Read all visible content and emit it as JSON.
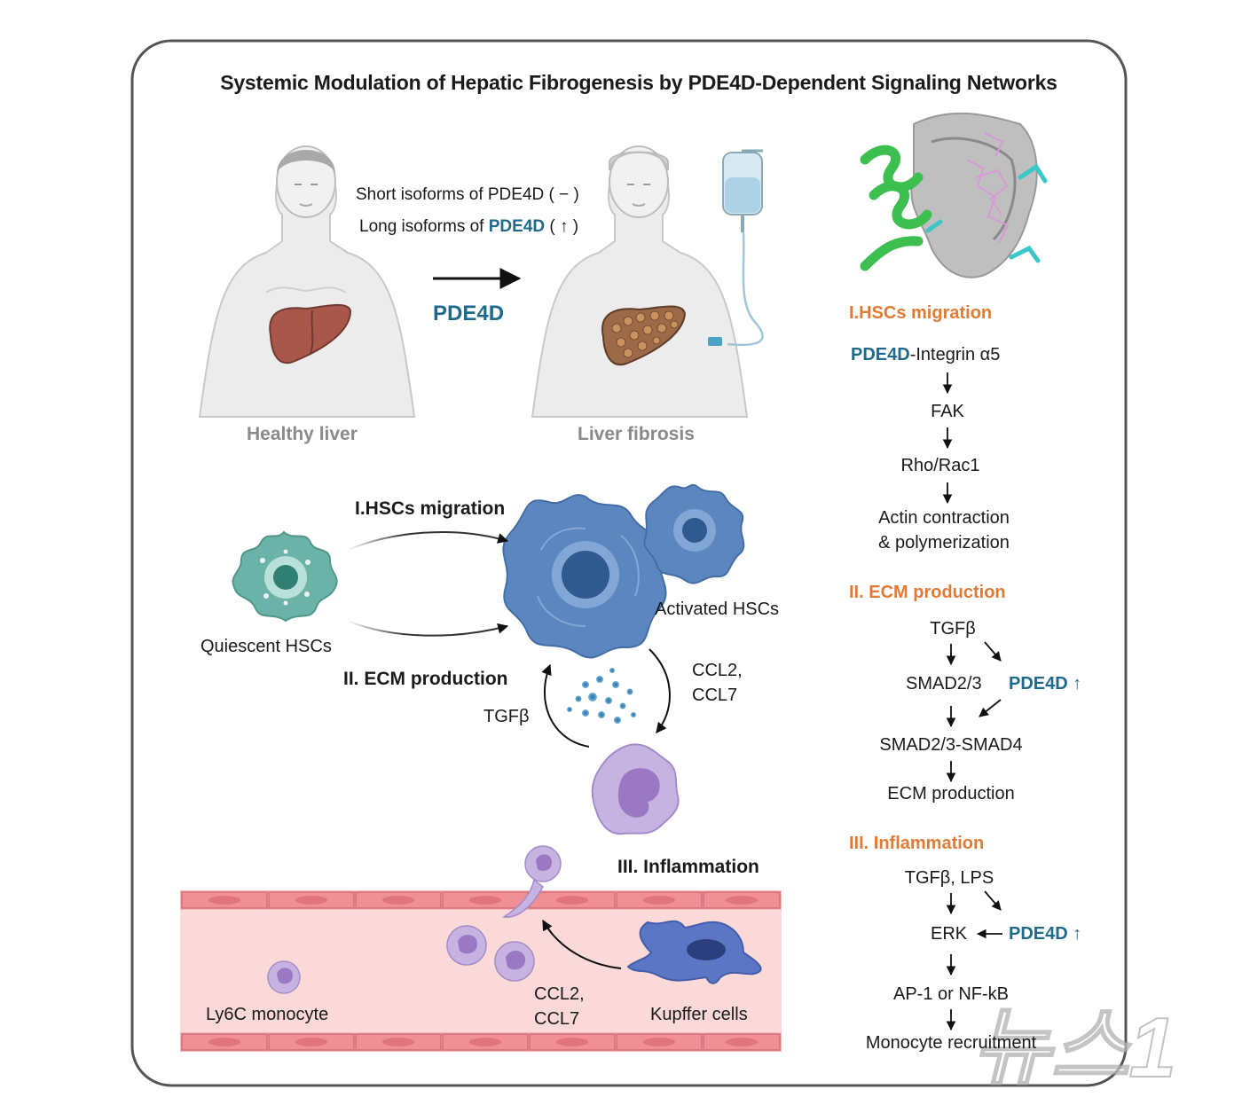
{
  "title": "Systemic Modulation of Hepatic Fibrogenesis by PDE4D-Dependent Signaling Networks",
  "body_panel": {
    "short_isoforms": "Short isoforms of PDE4D ( − )",
    "long_isoforms_prefix": "Long isoforms of ",
    "long_isoforms_gene": "PDE4D",
    "long_isoforms_suffix": " ( ↑ )",
    "arrow_label": "PDE4D",
    "healthy_caption": "Healthy liver",
    "fibrosis_caption": "Liver fibrosis"
  },
  "cell_panel": {
    "migration": "I.HSCs migration",
    "ecm": "II. ECM production",
    "quiescent": "Quiescent HSCs",
    "activated": "Activated HSCs",
    "tgfb": "TGFβ",
    "ccl_line1": "CCL2,",
    "ccl_line2": "CCL7"
  },
  "vessel_panel": {
    "inflammation": "III. Inflammation",
    "monocyte": "Ly6C monocyte",
    "ccl_line1": "CCL2,",
    "ccl_line2": "CCL7",
    "kupffer": "Kupffer cells"
  },
  "pathways": {
    "migration": {
      "heading": "I.HSCs migration",
      "gene": "PDE4D",
      "first_suffix": "-Integrin α5",
      "fak": "FAK",
      "rho": "Rho/Rac1",
      "actin1": "Actin contraction",
      "actin2": "& polymerization"
    },
    "ecm": {
      "heading": "II. ECM production",
      "tgfb": "TGFβ",
      "smad": "SMAD2/3",
      "pde": "PDE4D ↑",
      "complex": "SMAD2/3-SMAD4",
      "ecm": "ECM production"
    },
    "inflammation": {
      "heading": "III. Inflammation",
      "tgfb_lps": "TGFβ, LPS",
      "erk": "ERK",
      "pde": "PDE4D ↑",
      "ap1": "AP-1 or NF-kB",
      "recruit": "Monocyte recruitment"
    }
  },
  "watermark": "뉴스1",
  "colors": {
    "teal_text": "#1f6a8a",
    "orange_heading": "#e07b35",
    "vessel_fill": "#fbd9d9",
    "endothelium": "#f08f96",
    "hsc_activated": "#5b86c0",
    "hsc_quiescent": "#6bb3a8",
    "macrophage": "#b7a2d6",
    "kupffer": "#5b76c4",
    "liver_healthy": "#a8574a",
    "liver_fibrotic": "#9c6a48"
  },
  "icons": [
    "healthy-body-icon",
    "fibrotic-body-icon",
    "iv-bag-icon",
    "protein-structure-icon",
    "quiescent-hsc-icon",
    "activated-hsc-icon",
    "macrophage-icon",
    "kupffer-cell-icon",
    "monocyte-icon"
  ]
}
